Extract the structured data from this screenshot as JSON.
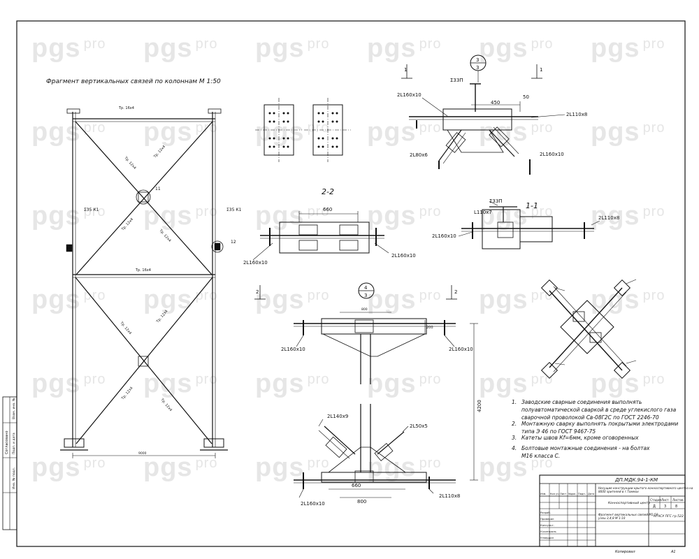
{
  "watermark": {
    "brand": "pgs",
    "suffix": "pro"
  },
  "drawing": {
    "main_title": "Фрагмент вертикальных связей по колоннам М 1:50",
    "top_member_label": "Тр. 16х4",
    "mid_member_label": "Тр. 16х4",
    "diag_member_label": "Тр. 12х4",
    "column_left_label": "Σ35 К1",
    "column_right_label": "Σ35 К1",
    "bottom_dim": "9000",
    "node_marker_1": "11",
    "node_marker_2": "12"
  },
  "sections": {
    "section_1_1": {
      "label": "1-1",
      "angle_left": "2L160х10",
      "angle_right": "2L110x8",
      "angle_top": "L110х7",
      "weld": "Σ3ЗП"
    },
    "section_2_2": {
      "label": "2-2",
      "dim": "660",
      "angle_left": "2L160х10",
      "angle_right": "2L160х10"
    },
    "node_3": {
      "number": "3",
      "sheet": "3",
      "dim_450": "450",
      "dim_50": "50",
      "weld": "Σ3ЗП",
      "angle_1": "2L160х10",
      "angle_2": "2L110x8",
      "angle_3": "2L80х6",
      "angle_4": "2L160х10"
    },
    "node_4": {
      "number": "4",
      "sheet": "3",
      "dim_800_top": "800",
      "dim_200": "200",
      "dim_4200": "4200",
      "dim_660": "660",
      "dim_800_bottom": "800",
      "angle_tl": "2L160х10",
      "angle_tr": "2L160х10",
      "angle_ml": "2L140х9",
      "angle_mr": "2L50х5",
      "angle_bl": "2L160х10",
      "angle_br": "2L110x8"
    },
    "cut_marks": {
      "cut_1": "1",
      "cut_2": "2"
    }
  },
  "notes": [
    {
      "num": "1.",
      "text": "Заводские сварные соединения выполнять полуавтоматической сваркой в среде углекислого газа сварочной проволокой Св-08Г2С по ГОСТ 2246-70"
    },
    {
      "num": "2.",
      "text": "Монтажную сварку выполнять покрытыми электродами типа Э 46 по ГОСТ 9467-75"
    },
    {
      "num": "3.",
      "text": "Катеты швов Кf=6мм, кроме оговоренных"
    },
    {
      "num": "4.",
      "text": "Болтовые монтажные соединения - на болтах М16 класса С."
    }
  ],
  "title_block": {
    "code": "ДП.МДК.94-1-КМ",
    "project": "Несущие конструкции крытого конноспортивного центра на 8000 зрителей в г.Томмах",
    "object": "Конноспортивный центр",
    "sheet_title": "Фрагмент вертикальных связей М1:50 узлы 3,4,8 М 1:10",
    "org": "НГАСУ ПГС гр.522",
    "stage_label": "Стадия",
    "sheet_label": "Лист",
    "sheets_label": "Листов",
    "stage": "Д",
    "sheet": "3",
    "sheets": "8",
    "header_cols": [
      "Изм.",
      "Кол.уч",
      "Лист",
      "№док.",
      "Подп.",
      "Дата"
    ],
    "roles": [
      "Разраб.",
      "Проверил",
      "Консульт.",
      "Н.контроль",
      "Утвердил"
    ],
    "format_copy": "Копировал",
    "format": "А1"
  },
  "side_stamp": {
    "labels": [
      "Согласовано",
      "Инв. № подл.",
      "Подп. и дата",
      "Взам. инв. №"
    ]
  }
}
